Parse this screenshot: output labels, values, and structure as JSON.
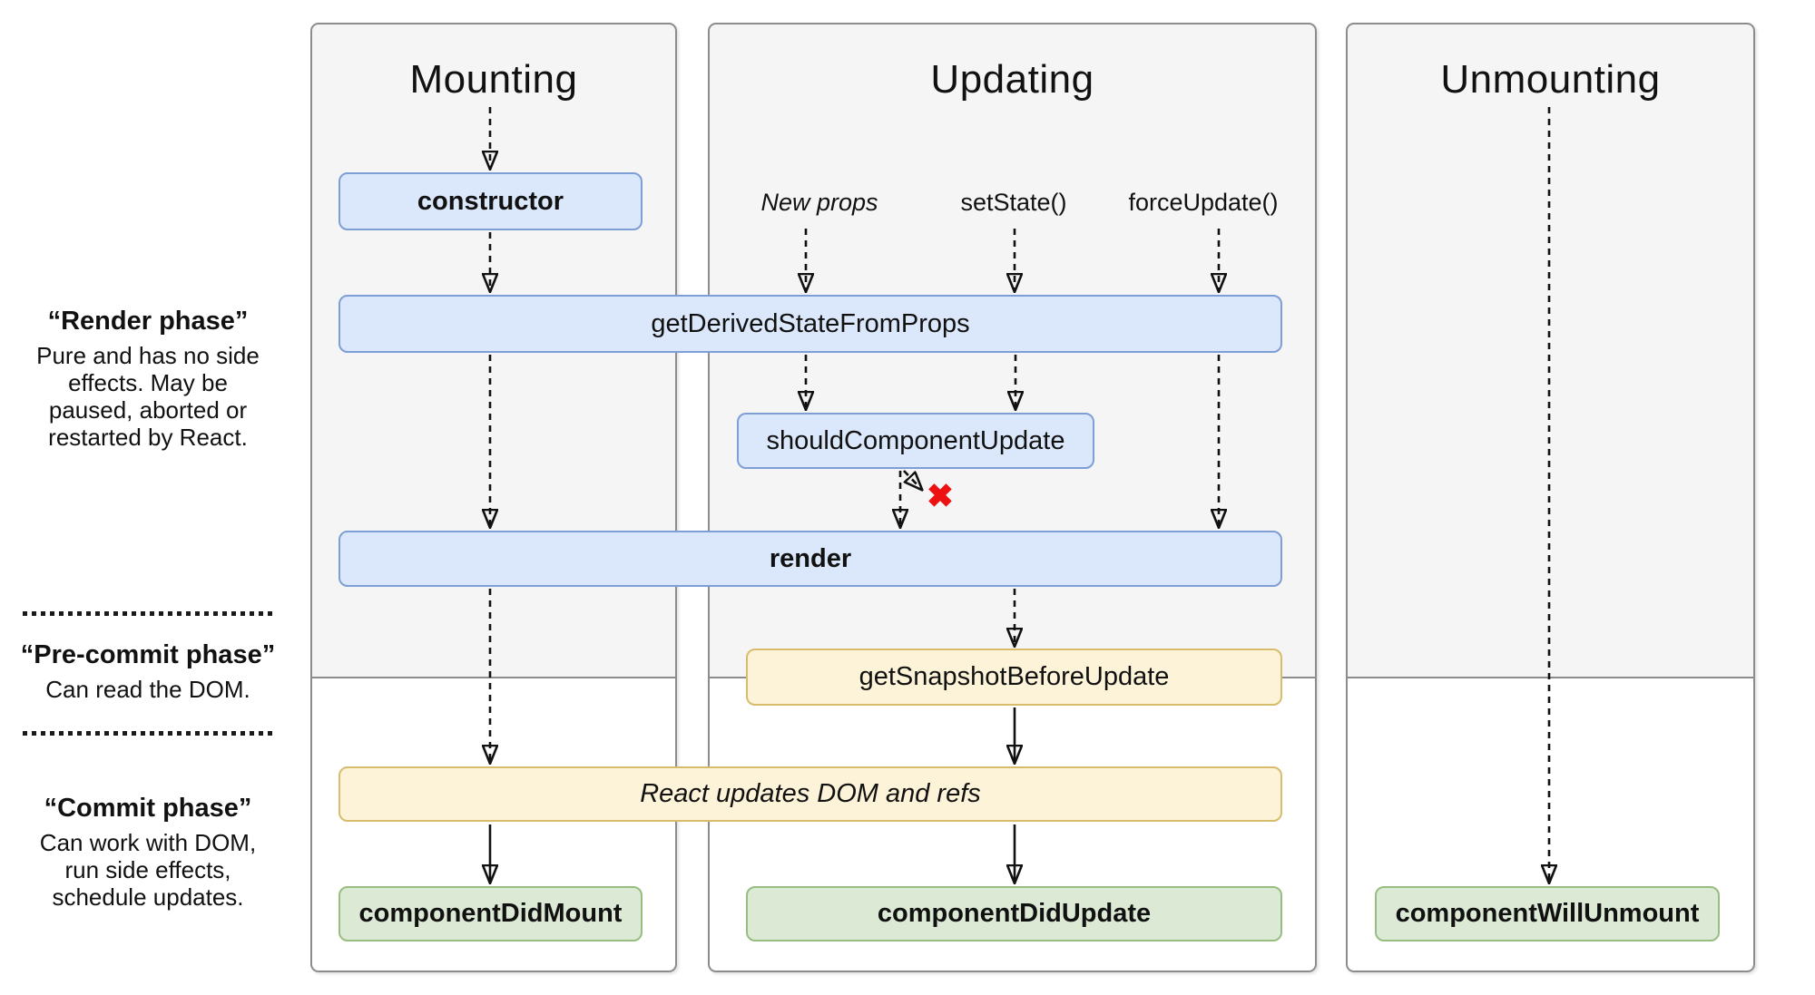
{
  "columns": {
    "mounting": {
      "title": "Mounting"
    },
    "updating": {
      "title": "Updating"
    },
    "unmounting": {
      "title": "Unmounting"
    }
  },
  "left_notes": {
    "render": {
      "title": "“Render phase”",
      "lines": [
        "Pure and has no side",
        "effects. May be",
        "paused, aborted or",
        "restarted by React."
      ]
    },
    "precommit": {
      "title": "“Pre-commit phase”",
      "lines": [
        "Can read the DOM."
      ]
    },
    "commit": {
      "title": "“Commit phase”",
      "lines": [
        "Can work with DOM,",
        "run side effects,",
        "schedule updates."
      ]
    }
  },
  "triggers": {
    "new_props": "New props",
    "set_state": "setState()",
    "force_update": "forceUpdate()"
  },
  "boxes": {
    "constructor": "constructor",
    "get_derived_state_from_props": "getDerivedStateFromProps",
    "should_component_update": "shouldComponentUpdate",
    "render": "render",
    "get_snapshot_before_update": "getSnapshotBeforeUpdate",
    "react_updates_dom": "React updates DOM and refs",
    "component_did_mount": "componentDidMount",
    "component_did_update": "componentDidUpdate",
    "component_will_unmount": "componentWillUnmount"
  },
  "marks": {
    "skip_x": "✖"
  },
  "colors": {
    "blue_fill": "#dbe7fa",
    "blue_border": "#7e9fd6",
    "yellow_fill": "#fcf3d8",
    "yellow_border": "#d8bc6d",
    "green_fill": "#dcead5",
    "green_border": "#97bd80",
    "panel_fill": "#f5f5f5",
    "panel_border": "#8c8c8c",
    "divider": "#8c8c8c",
    "arrow": "#111111",
    "x_mark_red": "#ee1111"
  }
}
